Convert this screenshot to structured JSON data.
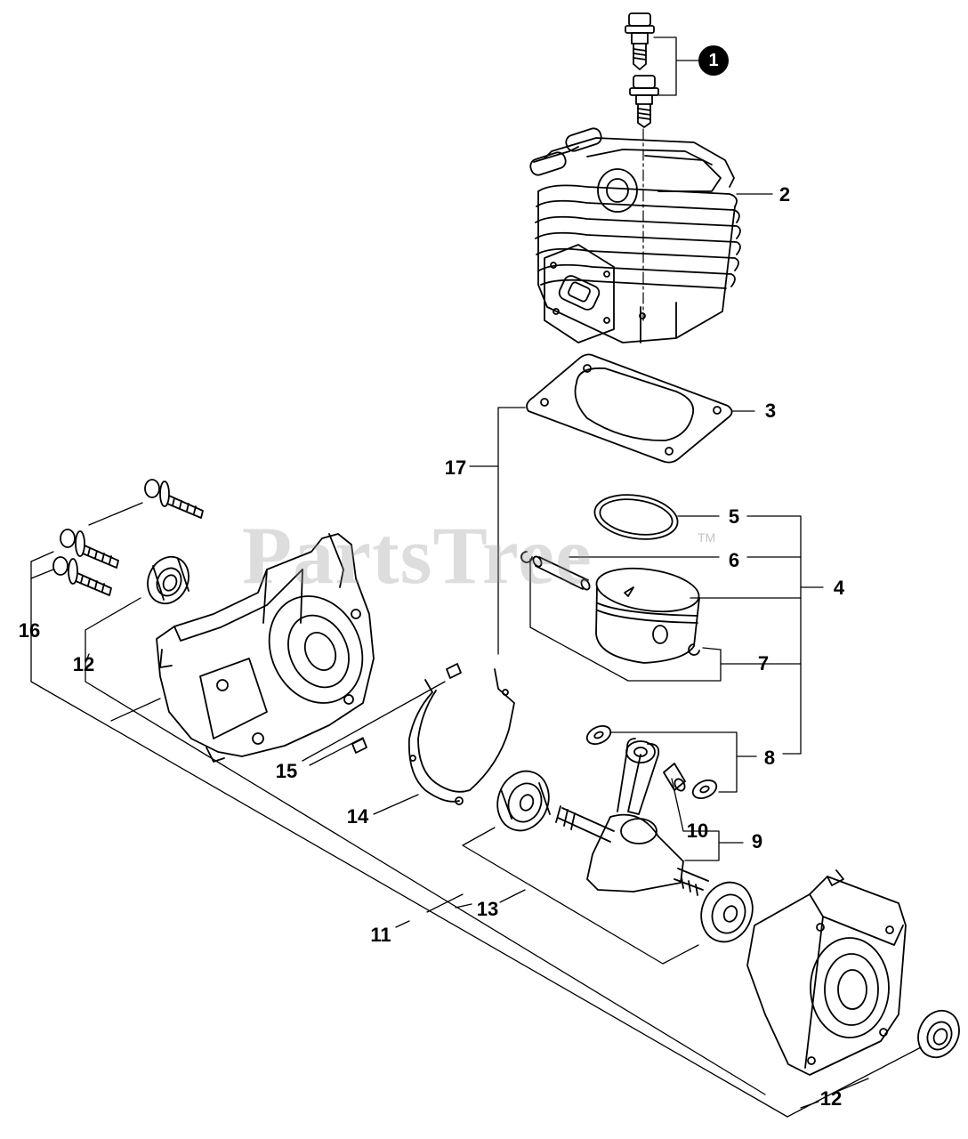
{
  "watermark": {
    "text": "PartsTree",
    "trademark": "TM"
  },
  "callouts": {
    "c1": "1",
    "c2": "2",
    "c3": "3",
    "c4": "4",
    "c5": "5",
    "c6": "6",
    "c7": "7",
    "c8": "8",
    "c9": "9",
    "c10": "10",
    "c11": "11",
    "c12a": "12",
    "c12b": "12",
    "c13": "13",
    "c14": "14",
    "c15": "15",
    "c16": "16",
    "c17": "17"
  },
  "colors": {
    "line": "#000000",
    "paper": "#ffffff",
    "watermark": "#969696"
  }
}
